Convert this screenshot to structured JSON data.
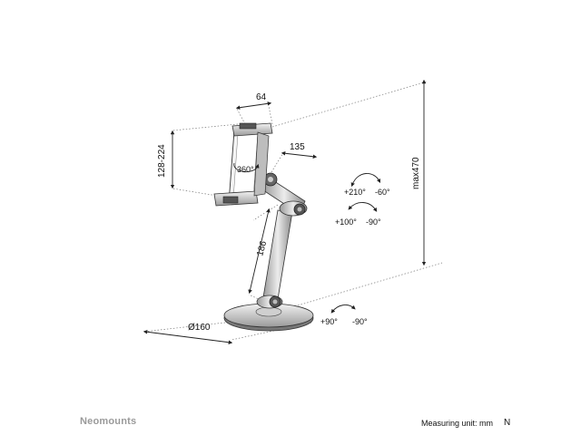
{
  "dimensions": {
    "holder_width": "64",
    "holder_height": "128-224",
    "arm_reach": "135",
    "arm_length": "186",
    "base_diameter": "Ø160",
    "max_height": "max470"
  },
  "rotations": {
    "holder": "360°",
    "top_joint_plus": "+210°",
    "top_joint_minus": "-60°",
    "mid_joint_plus": "+100°",
    "mid_joint_minus": "-90°",
    "base_joint_plus": "+90°",
    "base_joint_minus": "-90°"
  },
  "footer": {
    "brand": "Neomounts",
    "measuring_unit": "Measuring unit: mm",
    "corner_mark": "N"
  },
  "colors": {
    "line": "#222222",
    "metal_dark": "#555555",
    "metal_light": "#d9d9d9",
    "brand_grey": "#9a9a9a"
  }
}
